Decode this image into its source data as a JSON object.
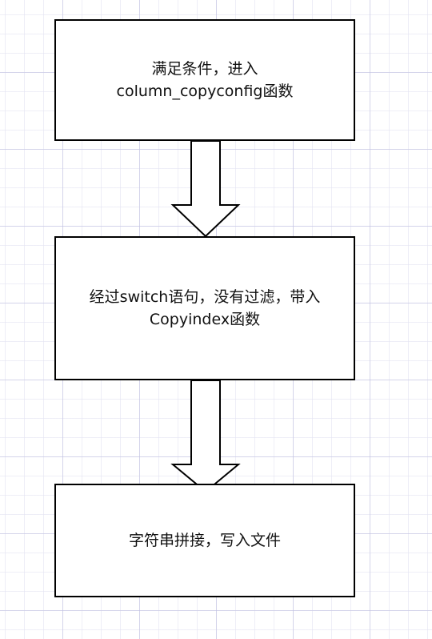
{
  "flowchart": {
    "steps": [
      {
        "lines": [
          "满足条件，进入",
          "column_copyconfig函数"
        ]
      },
      {
        "lines": [
          "经过switch语句，没有过滤，带入",
          "Copyindex函数"
        ]
      },
      {
        "lines": [
          "字符串拼接，写入文件"
        ]
      }
    ],
    "colors": {
      "box_border": "#000000",
      "box_fill": "#ffffff",
      "arrow_stroke": "#000000",
      "arrow_fill": "#ffffff",
      "grid": "#d6d6ea"
    },
    "connectors": [
      "block-arrow-down",
      "block-arrow-down"
    ]
  }
}
